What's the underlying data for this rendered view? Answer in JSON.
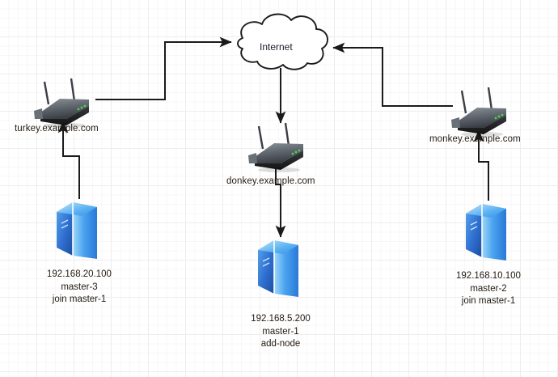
{
  "diagram": {
    "title": "network-topology",
    "background": {
      "grid": true,
      "minor_grid_color": "#f7f7f7",
      "major_grid_color": "#ededed",
      "page_color": "#ffffff"
    },
    "cloud": {
      "label": "Internet",
      "icon": "cloud-icon",
      "text_color": "#1a1a2e"
    },
    "routers": [
      {
        "id": "turkey",
        "label": "turkey.example.com",
        "icon": "wireless-router-icon"
      },
      {
        "id": "donkey",
        "label": "donkey.example.com",
        "icon": "wireless-router-icon"
      },
      {
        "id": "monkey",
        "label": "monkey.example.com",
        "icon": "wireless-router-icon"
      }
    ],
    "servers": [
      {
        "id": "master-3",
        "icon": "server-icon",
        "ip": "192.168.20.100",
        "name": "master-3",
        "role": "join master-1"
      },
      {
        "id": "master-1",
        "icon": "server-icon",
        "ip": "192.168.5.200",
        "name": "master-1",
        "role": "add-node"
      },
      {
        "id": "master-2",
        "icon": "server-icon",
        "ip": "192.168.10.100",
        "name": "master-2",
        "role": "join master-1"
      }
    ],
    "connections": [
      {
        "from": "turkey",
        "to": "cloud",
        "arrow": "to-cloud"
      },
      {
        "from": "monkey",
        "to": "cloud",
        "arrow": "to-cloud"
      },
      {
        "from": "cloud",
        "to": "donkey",
        "arrow": "to-router"
      },
      {
        "from": "master-3",
        "to": "turkey",
        "arrow": "to-router"
      },
      {
        "from": "master-2",
        "to": "monkey",
        "arrow": "to-router"
      },
      {
        "from": "donkey",
        "to": "master-1",
        "arrow": "to-server"
      }
    ],
    "colors": {
      "line": "#1a1a1a",
      "text": "#231a12",
      "server_light": "#7ec8f5",
      "server_mid": "#2f7fe0",
      "server_dark": "#1b4fa8",
      "router_body": "#2b2b2b",
      "router_top": "#6b7077",
      "router_led": "#4ed44e"
    }
  }
}
